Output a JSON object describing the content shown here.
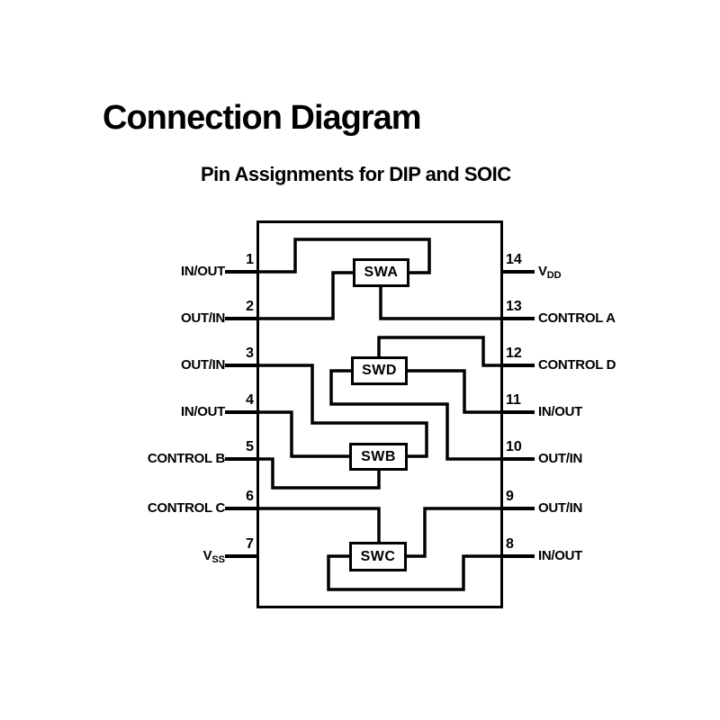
{
  "page": {
    "title": "Connection Diagram",
    "subtitle": "Pin Assignments for DIP and SOIC"
  },
  "colors": {
    "ink": "#000000",
    "paper": "#ffffff"
  },
  "diagram": {
    "switches": [
      {
        "name": "SWA"
      },
      {
        "name": "SWD"
      },
      {
        "name": "SWB"
      },
      {
        "name": "SWC"
      }
    ],
    "pins": {
      "left": [
        {
          "number": "1",
          "label": "IN/OUT",
          "sub": ""
        },
        {
          "number": "2",
          "label": "OUT/IN",
          "sub": ""
        },
        {
          "number": "3",
          "label": "OUT/IN",
          "sub": ""
        },
        {
          "number": "4",
          "label": "IN/OUT",
          "sub": ""
        },
        {
          "number": "5",
          "label": "CONTROL B",
          "sub": ""
        },
        {
          "number": "6",
          "label": "CONTROL C",
          "sub": ""
        },
        {
          "number": "7",
          "label": "V",
          "sub": "SS"
        }
      ],
      "right": [
        {
          "number": "14",
          "label": "V",
          "sub": "DD"
        },
        {
          "number": "13",
          "label": "CONTROL A",
          "sub": ""
        },
        {
          "number": "12",
          "label": "CONTROL D",
          "sub": ""
        },
        {
          "number": "11",
          "label": "IN/OUT",
          "sub": ""
        },
        {
          "number": "10",
          "label": "OUT/IN",
          "sub": ""
        },
        {
          "number": "9",
          "label": "OUT/IN",
          "sub": ""
        },
        {
          "number": "8",
          "label": "IN/OUT",
          "sub": ""
        }
      ]
    },
    "connections": [
      {
        "switch": "SWA",
        "terminal_pins": [
          "1",
          "2"
        ],
        "control_pin": "13"
      },
      {
        "switch": "SWD",
        "terminal_pins": [
          "10",
          "11"
        ],
        "control_pin": "12"
      },
      {
        "switch": "SWB",
        "terminal_pins": [
          "3",
          "4"
        ],
        "control_pin": "5"
      },
      {
        "switch": "SWC",
        "terminal_pins": [
          "8",
          "9"
        ],
        "control_pin": "6"
      }
    ]
  }
}
